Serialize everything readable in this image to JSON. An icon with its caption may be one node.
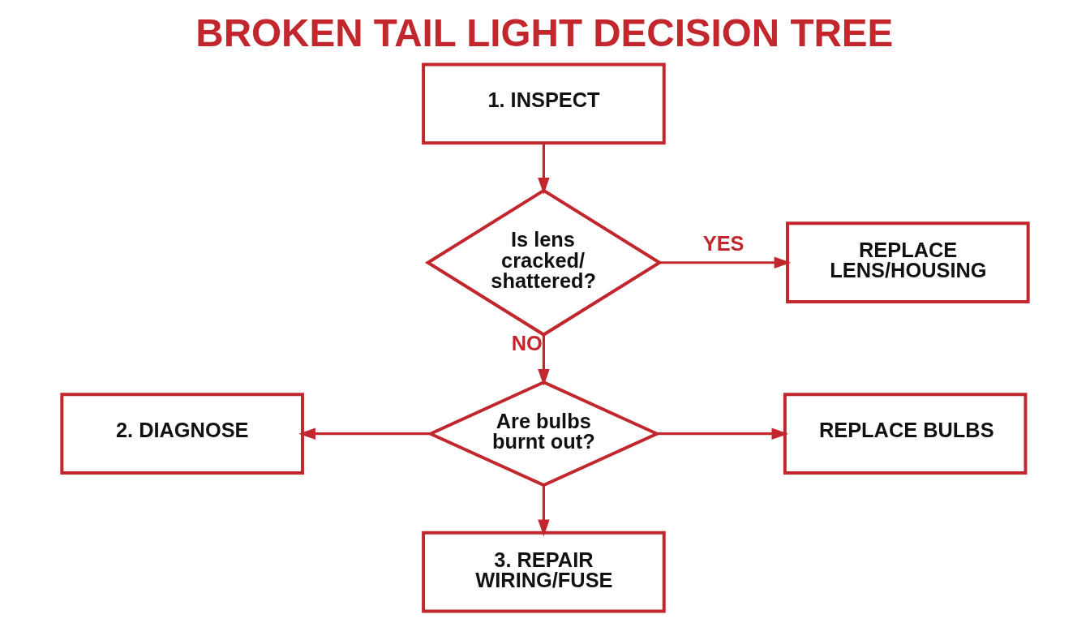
{
  "diagram": {
    "title": "BROKEN TAIL LIGHT DECISION TREE",
    "nodes": [
      {
        "text": [
          "1. INSPECT"
        ]
      },
      {
        "text": [
          "Is lens cracked/ shattered?"
        ]
      },
      {
        "text": [
          "REPLACE LENS/HOUSING"
        ]
      },
      {
        "text": [
          "2. DIAGNOSE"
        ]
      },
      {
        "text": [
          "Are bulbs burnt out?"
        ]
      },
      {
        "text": [
          "REPLACE BULBS"
        ]
      },
      {
        "text": [
          "3. REPAIR WIRING/FUSE"
        ]
      }
    ],
    "edges": [
      {
        "from": 0,
        "to": 1,
        "arrow": "to"
      },
      {
        "from": 1,
        "to": 2,
        "arrow": "to",
        "label": "YES"
      },
      {
        "from": 1,
        "to": 4,
        "arrow": "to",
        "label": "NO"
      },
      {
        "from": 4,
        "to": 3,
        "arrow": "to"
      },
      {
        "from": 4,
        "to": 5,
        "arrow": "to"
      },
      {
        "from": 4,
        "to": 6,
        "arrow": "to"
      }
    ]
  }
}
